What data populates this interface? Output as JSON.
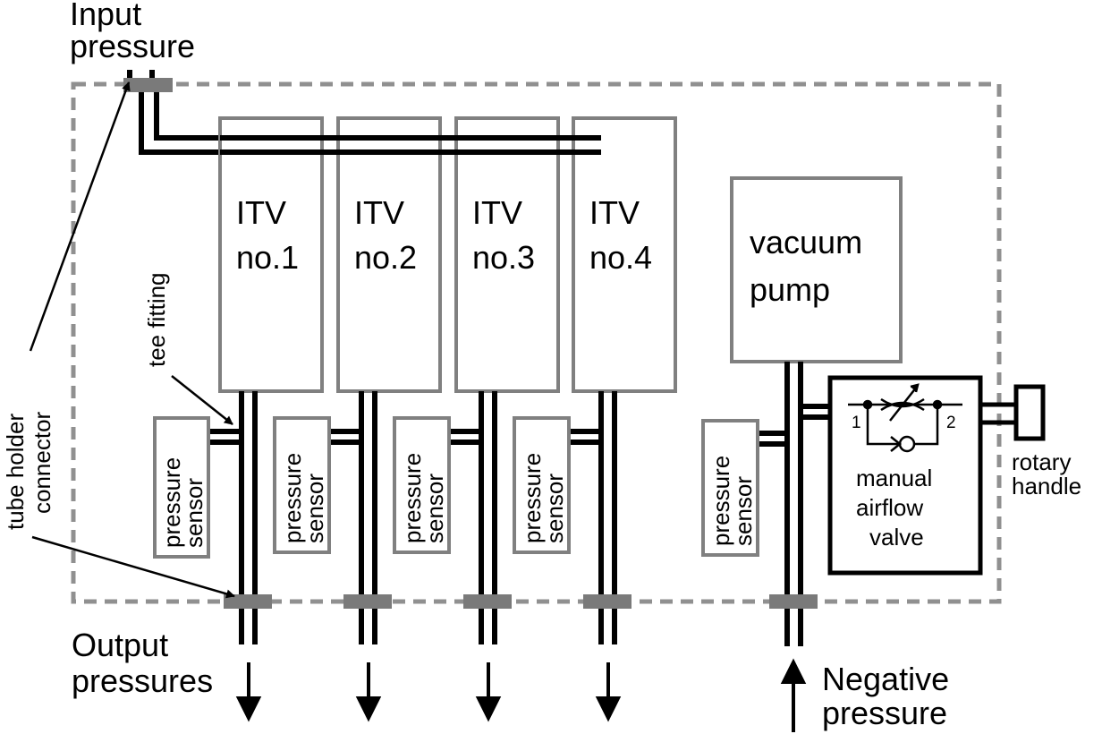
{
  "labels": {
    "input_pressure": [
      "Input",
      "pressure"
    ],
    "output_pressures": [
      "Output",
      "pressures"
    ],
    "negative_pressure": [
      "Negative",
      "pressure"
    ],
    "tee_fitting": "tee fitting",
    "tube_holder_connector": [
      "tube holder",
      "connector"
    ],
    "rotary_handle": [
      "rotary",
      "handle"
    ]
  },
  "itv_units": [
    {
      "line1": "ITV",
      "line2": "no.1"
    },
    {
      "line1": "ITV",
      "line2": "no.2"
    },
    {
      "line1": "ITV",
      "line2": "no.3"
    },
    {
      "line1": "ITV",
      "line2": "no.4"
    }
  ],
  "vacuum_pump": [
    "vacuum",
    "pump"
  ],
  "pressure_sensor": [
    "pressure",
    "sensor"
  ],
  "manual_airflow_valve": {
    "label": [
      "manual",
      "airflow",
      "valve"
    ],
    "port_in": "1",
    "port_out": "2"
  },
  "colors": {
    "box_border": "#808080",
    "enclosure_border": "#909090",
    "connector": "#7a7a7a",
    "tube": "#000000",
    "background": "#ffffff"
  }
}
